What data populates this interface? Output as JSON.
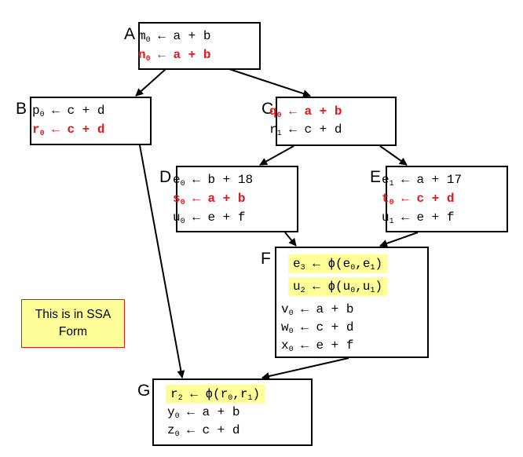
{
  "colors": {
    "highlight": "#ffff99",
    "emphasis": "#e8161c",
    "border": "#000000"
  },
  "note": {
    "text": "This is in SSA Form"
  },
  "blocks": [
    {
      "id": "A",
      "label": "A",
      "lines": [
        {
          "var": "m",
          "sub": "0",
          "rhs": "a + b",
          "style": "normal"
        },
        {
          "var": "n",
          "sub": "0",
          "rhs": "a + b",
          "style": "red"
        }
      ]
    },
    {
      "id": "B",
      "label": "B",
      "lines": [
        {
          "var": "p",
          "sub": "0",
          "rhs": "c + d",
          "style": "normal"
        },
        {
          "var": "r",
          "sub": "0",
          "rhs": "c + d",
          "style": "red"
        }
      ]
    },
    {
      "id": "C",
      "label": "C",
      "lines": [
        {
          "var": "q",
          "sub": "0",
          "rhs": "a + b",
          "style": "red"
        },
        {
          "var": "r",
          "sub": "1",
          "rhs": "c + d",
          "style": "normal"
        }
      ]
    },
    {
      "id": "D",
      "label": "D",
      "lines": [
        {
          "var": "e",
          "sub": "0",
          "rhs": "b + 18",
          "style": "normal"
        },
        {
          "var": "s",
          "sub": "0",
          "rhs": "a + b",
          "style": "red"
        },
        {
          "var": "u",
          "sub": "0",
          "rhs": "e + f",
          "style": "normal"
        }
      ]
    },
    {
      "id": "E",
      "label": "E",
      "lines": [
        {
          "var": "e",
          "sub": "1",
          "rhs": "a + 17",
          "style": "normal"
        },
        {
          "var": "t",
          "sub": "0",
          "rhs": "c + d",
          "style": "red"
        },
        {
          "var": "u",
          "sub": "1",
          "rhs": "e + f",
          "style": "normal"
        }
      ]
    },
    {
      "id": "F",
      "label": "F",
      "lines": [
        {
          "var": "e",
          "sub": "3",
          "phi": [
            "e",
            "0",
            "e",
            "1"
          ],
          "style": "highlight"
        },
        {
          "var": "u",
          "sub": "2",
          "phi": [
            "u",
            "0",
            "u",
            "1"
          ],
          "style": "highlight"
        },
        {
          "var": "v",
          "sub": "0",
          "rhs": "a + b",
          "style": "normal"
        },
        {
          "var": "w",
          "sub": "0",
          "rhs": "c + d",
          "style": "normal"
        },
        {
          "var": "x",
          "sub": "0",
          "rhs": "e + f",
          "style": "normal"
        }
      ]
    },
    {
      "id": "G",
      "label": "G",
      "lines": [
        {
          "var": "r",
          "sub": "2",
          "phi": [
            "r",
            "0",
            "r",
            "1"
          ],
          "style": "highlight"
        },
        {
          "var": "y",
          "sub": "0",
          "rhs": "a + b",
          "style": "normal"
        },
        {
          "var": "z",
          "sub": "0",
          "rhs": "c + d",
          "style": "normal"
        }
      ]
    }
  ],
  "edges": [
    {
      "from": "A",
      "to": "B"
    },
    {
      "from": "A",
      "to": "C"
    },
    {
      "from": "C",
      "to": "D"
    },
    {
      "from": "C",
      "to": "E"
    },
    {
      "from": "D",
      "to": "F"
    },
    {
      "from": "E",
      "to": "F"
    },
    {
      "from": "B",
      "to": "G"
    },
    {
      "from": "F",
      "to": "G"
    }
  ]
}
